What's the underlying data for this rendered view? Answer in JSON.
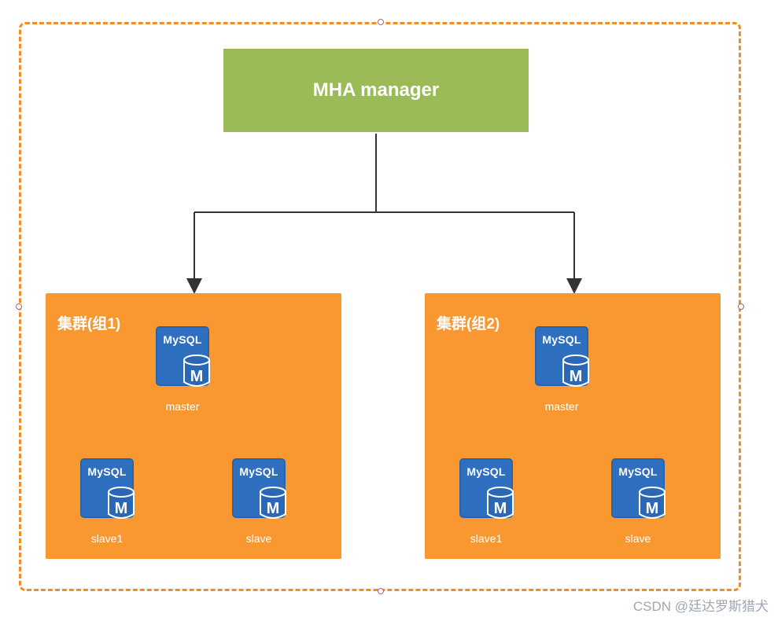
{
  "manager": {
    "label": "MHA manager"
  },
  "clusters": [
    {
      "title": "集群(组1)",
      "nodes": [
        {
          "product": "MySQL",
          "marker": "M",
          "caption": "master"
        },
        {
          "product": "MySQL",
          "marker": "M",
          "caption": "slave1"
        },
        {
          "product": "MySQL",
          "marker": "M",
          "caption": "slave"
        }
      ]
    },
    {
      "title": "集群(组2)",
      "nodes": [
        {
          "product": "MySQL",
          "marker": "M",
          "caption": "master"
        },
        {
          "product": "MySQL",
          "marker": "M",
          "caption": "slave1"
        },
        {
          "product": "MySQL",
          "marker": "M",
          "caption": "slave"
        }
      ]
    }
  ],
  "watermark": "CSDN @廷达罗斯猎犬",
  "colors": {
    "manager_fill": "#9bbb59",
    "cluster_fill": "#f99731",
    "frame_dash": "#f28c28",
    "mysql_fill": "#2f6fbf",
    "connector": "#333333"
  }
}
